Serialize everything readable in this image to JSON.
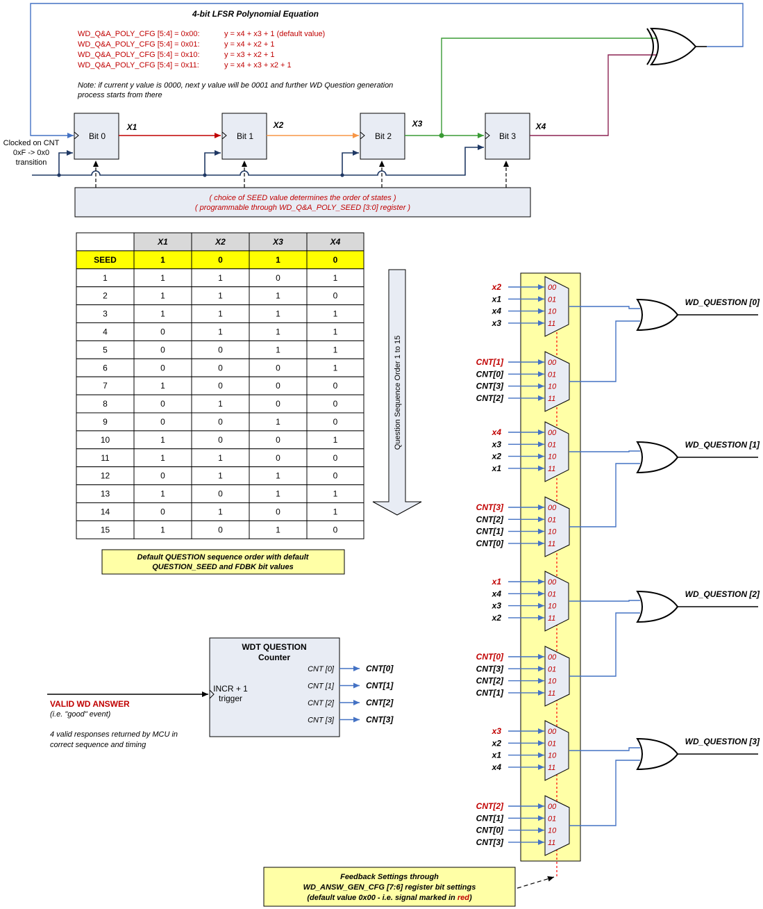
{
  "lfsr": {
    "title": "4-bit LFSR Polynomial Equation",
    "equations": [
      {
        "cfg": "WD_Q&A_POLY_CFG [5:4] = 0x00:",
        "poly": "y = x4 + x3 + 1 (default value)"
      },
      {
        "cfg": "WD_Q&A_POLY_CFG [5:4] = 0x01:",
        "poly": "y = x4 + x2 + 1"
      },
      {
        "cfg": "WD_Q&A_POLY_CFG [5:4] = 0x10:",
        "poly": "y = x3 + x2 + 1"
      },
      {
        "cfg": "WD_Q&A_POLY_CFG [5:4] = 0x11:",
        "poly": "y = x4 + x3 + x2 + 1"
      }
    ],
    "note_line1": "Note: if current y value is 0000, next y value will be 0001 and further WD Question generation",
    "note_line2": "process starts from there",
    "clock_label": [
      "Clocked on CNT",
      "0xF -> 0x0",
      "transition"
    ],
    "bits": [
      "Bit 0",
      "Bit 1",
      "Bit 2",
      "Bit 3"
    ],
    "signals": [
      "X1",
      "X2",
      "X3",
      "X4"
    ],
    "colors": {
      "x1": "#c00000",
      "x2": "#f79646",
      "x3": "#3a9b35",
      "x4": "#8b2252",
      "feedback": "#4472c4",
      "clock": "#1f3864"
    }
  },
  "seed_box": {
    "line1": "( choice of SEED value determines the order of states )",
    "line2": "( programmable through WD_Q&A_POLY_SEED [3:0] register )"
  },
  "table": {
    "headers": [
      "",
      "X1",
      "X2",
      "X3",
      "X4"
    ],
    "seed_row": [
      "SEED",
      "1",
      "0",
      "1",
      "0"
    ],
    "rows": [
      [
        "1",
        "1",
        "1",
        "0",
        "1"
      ],
      [
        "2",
        "1",
        "1",
        "1",
        "0"
      ],
      [
        "3",
        "1",
        "1",
        "1",
        "1"
      ],
      [
        "4",
        "0",
        "1",
        "1",
        "1"
      ],
      [
        "5",
        "0",
        "0",
        "1",
        "1"
      ],
      [
        "6",
        "0",
        "0",
        "0",
        "1"
      ],
      [
        "7",
        "1",
        "0",
        "0",
        "0"
      ],
      [
        "8",
        "0",
        "1",
        "0",
        "0"
      ],
      [
        "9",
        "0",
        "0",
        "1",
        "0"
      ],
      [
        "10",
        "1",
        "0",
        "0",
        "1"
      ],
      [
        "11",
        "1",
        "1",
        "0",
        "0"
      ],
      [
        "12",
        "0",
        "1",
        "1",
        "0"
      ],
      [
        "13",
        "1",
        "0",
        "1",
        "1"
      ],
      [
        "14",
        "0",
        "1",
        "0",
        "1"
      ],
      [
        "15",
        "1",
        "0",
        "1",
        "0"
      ]
    ],
    "arrow_label": "Question Sequence Order 1 to 15",
    "note_line1": "Default QUESTION sequence order with default",
    "note_line2": "QUESTION_SEED and FDBK bit values",
    "seed_highlight": "#ffff00",
    "header_fill": "#d9d9d9"
  },
  "counter": {
    "title": [
      "WDT  QUESTION",
      "Counter"
    ],
    "input": [
      "INCR + 1",
      "trigger"
    ],
    "outputs": [
      {
        "internal": "CNT [0]",
        "external": "CNT[0]"
      },
      {
        "internal": "CNT [1]",
        "external": "CNT[1]"
      },
      {
        "internal": "CNT [2]",
        "external": "CNT[2]"
      },
      {
        "internal": "CNT [3]",
        "external": "CNT[3]"
      }
    ],
    "event_label": "VALID WD ANSWER",
    "event_sub": "(i.e. \"good\" event)",
    "event_note": [
      "4 valid responses returned by MCU in",
      "correct sequence and timing"
    ]
  },
  "muxes": [
    {
      "inputs": [
        "x2",
        "x1",
        "x4",
        "x3"
      ]
    },
    {
      "inputs": [
        "CNT[1]",
        "CNT[0]",
        "CNT[3]",
        "CNT[2]"
      ]
    },
    {
      "inputs": [
        "x4",
        "x3",
        "x2",
        "x1"
      ]
    },
    {
      "inputs": [
        "CNT[3]",
        "CNT[2]",
        "CNT[1]",
        "CNT[0]"
      ]
    },
    {
      "inputs": [
        "x1",
        "x4",
        "x3",
        "x2"
      ]
    },
    {
      "inputs": [
        "CNT[0]",
        "CNT[3]",
        "CNT[2]",
        "CNT[1]"
      ]
    },
    {
      "inputs": [
        "x3",
        "x2",
        "x1",
        "x4"
      ]
    },
    {
      "inputs": [
        "CNT[2]",
        "CNT[1]",
        "CNT[0]",
        "CNT[3]"
      ]
    }
  ],
  "mux_selects": [
    "00",
    "01",
    "10",
    "11"
  ],
  "outputs": [
    "WD_QUESTION [0]",
    "WD_QUESTION [1]",
    "WD_QUESTION [2]",
    "WD_QUESTION [3]"
  ],
  "feedback_box": {
    "line1": "Feedback Settings through",
    "line2": "WD_ANSW_GEN_CFG [7:6] register bit settings",
    "line3_a": "(default value 0x00 - i.e. signal marked in ",
    "line3_b": "red",
    "line3_c": ")"
  }
}
